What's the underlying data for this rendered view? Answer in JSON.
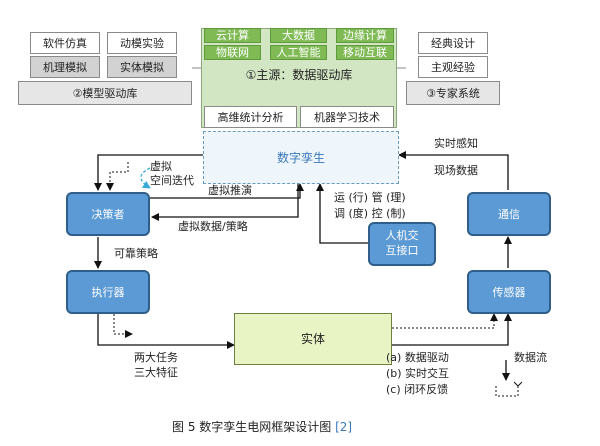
{
  "model_library": {
    "cells": [
      "软件仿真",
      "动模实验",
      "机理模拟",
      "实体模拟"
    ],
    "label": "②模型驱动库"
  },
  "data_library": {
    "cells": [
      "云计算",
      "大数据",
      "边缘计算",
      "物联网",
      "人工智能",
      "移动互联"
    ],
    "label": "①主源：数据驱动库",
    "tools": [
      "高维统计分析",
      "机器学习技术"
    ]
  },
  "expert_system": {
    "cells": [
      "经典设计",
      "主观经验"
    ],
    "label": "③专家系统"
  },
  "twin": "数字孪生",
  "nodes": {
    "decision": "决策者",
    "executor": "执行器",
    "communication": "通信",
    "sensor": "传感器",
    "hmi": [
      "人机交",
      "互接口"
    ],
    "entity": "实体"
  },
  "labels": {
    "virtual_iter": [
      "虚拟",
      "空间迭代"
    ],
    "virtual_deduction": "虚拟推演",
    "virtual_data": "虚拟数据/策略",
    "operation": [
      "运 (行) 管 (理)",
      "调 (度) 控 (制)"
    ],
    "reliable": "可靠策略",
    "realtime": "实时感知",
    "field_data": "现场数据",
    "tasks": [
      "两大任务",
      "三大特征"
    ],
    "features": [
      "(a)  数据驱动",
      "(b)  实时交互",
      "(c)  闭环反馈"
    ],
    "data_flow": "数据流"
  },
  "caption": {
    "text": "图 5    数字孪生电网框架设计图",
    "ref": "[2]"
  },
  "colors": {
    "green": "#7fba55",
    "blue_node": "#5b9ad5",
    "entity": "#e9f4c5",
    "dashed_cyan": "#39a9d8",
    "ref": "#3a78b8"
  }
}
